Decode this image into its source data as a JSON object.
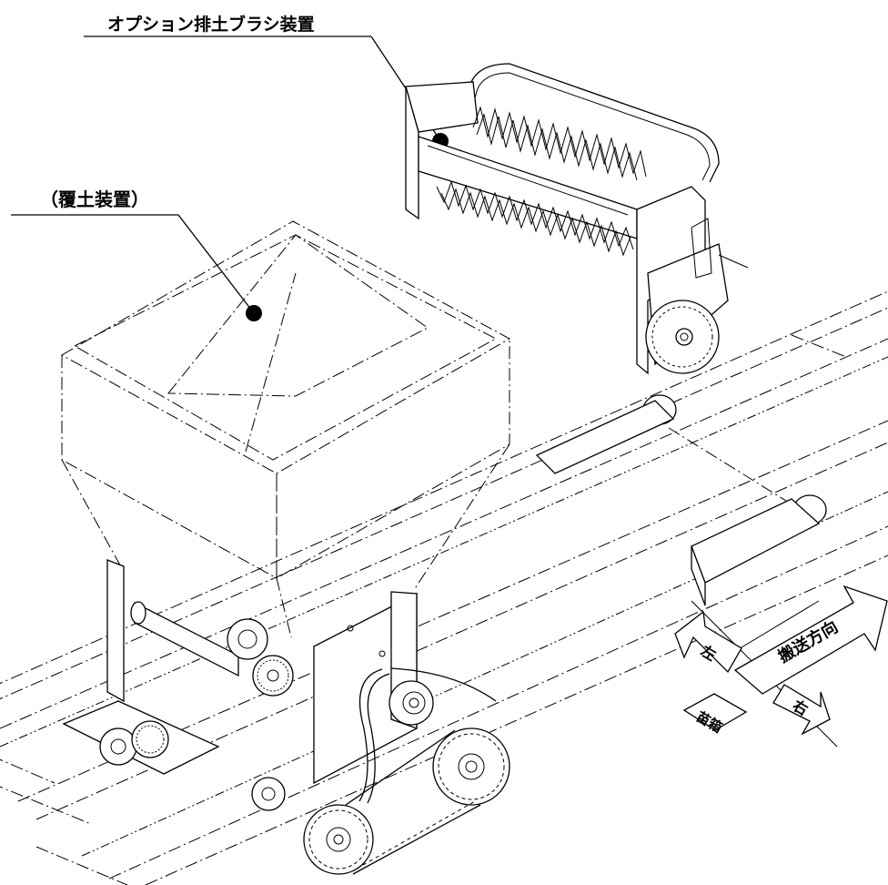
{
  "labels": {
    "brush_device": "オプション排土ブラシ装置",
    "covering_device": "（覆土装置）"
  },
  "direction_arrows": {
    "conveying_direction": "搬送方向",
    "left": "左",
    "right": "右",
    "seedling_box": "苗箱"
  },
  "colors": {
    "line": "#000000",
    "background": "#ffffff"
  }
}
